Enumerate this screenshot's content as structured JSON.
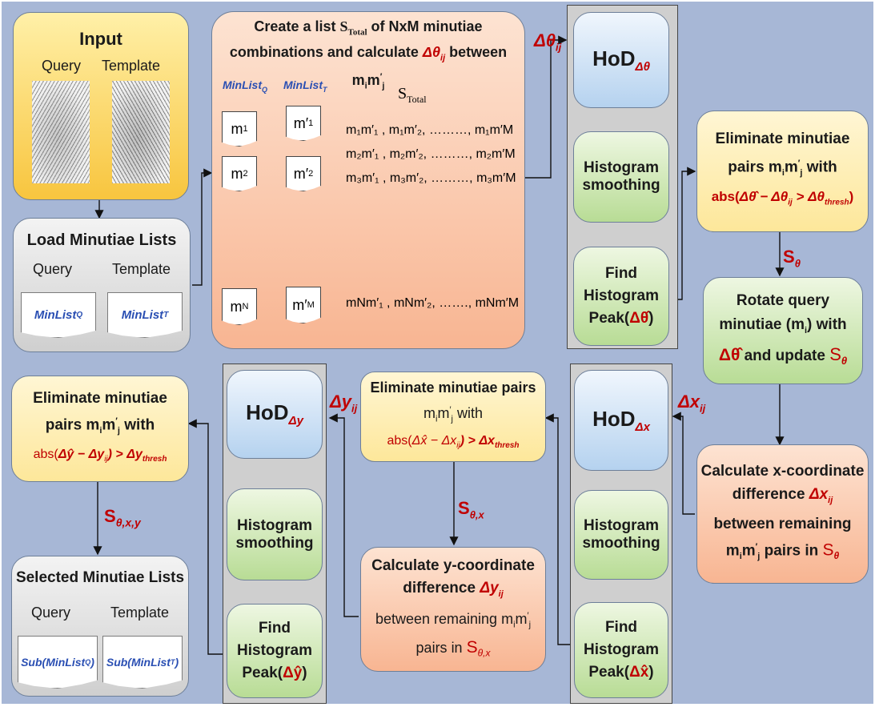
{
  "input": {
    "title": "Input",
    "query": "Query",
    "template": "Template"
  },
  "load": {
    "title": "Load Minutiae Lists",
    "query": "Query",
    "template": "Template",
    "minlist_q": "MinList",
    "minlist_q_sub": "Q",
    "minlist_t": "MinList",
    "minlist_t_sub": "T"
  },
  "create": {
    "title_1": "Create a list ",
    "title_s": "S",
    "title_s_sub": "Total",
    "title_2": " of NxM minutiae",
    "title_line2_a": "combinations and calculate ",
    "title_delta": "Δθ",
    "title_delta_sub": "ij",
    "title_line2_b": " between m",
    "col_q": "MinList",
    "col_q_sub": "Q",
    "col_t": "MinList",
    "col_t_sub": "T",
    "stotal": "S",
    "stotal_sub": "Total",
    "q_nodes": [
      "m1",
      "m2",
      "mN"
    ],
    "t_nodes": [
      "m'1",
      "m'2",
      "m'M"
    ],
    "rows": [
      "m₁m′₁ , m₁m′₂, ………, m₁m′M",
      "m₂m′₁ , m₂m′₂, ………, m₂m′M",
      "m₃m′₁ , m₃m′₂, ………, m₃m′M",
      "mNm′₁ , mNm′₂, ……., mNm′M"
    ]
  },
  "hod_theta": {
    "label": "HoD",
    "sub": "Δθ",
    "smoothing": "Histogram smoothing",
    "find_1": "Find",
    "find_2": "Histogram",
    "find_3": "Peak(",
    "find_peak": "Δθ̂",
    "find_4": ")"
  },
  "elim_theta": {
    "line1": "Eliminate minutiae",
    "line2": "pairs m",
    "line3_a": "abs(",
    "expr": "Δθ̂ − Δθ",
    "expr_sub": "ij",
    "gt": " > Δθ",
    "thresh": "thresh",
    "close": ")"
  },
  "rotate": {
    "line1": "Rotate query",
    "line2": "minutiae (m",
    "line2_b": ") with",
    "delta": "Δθ̂",
    "line3": " and update ",
    "s": "S",
    "s_sub": "θ"
  },
  "calc_x": {
    "line1": "Calculate x-coordinate",
    "line2": "difference ",
    "delta": "Δx",
    "delta_sub": "ij",
    "line3": "between remaining",
    "line4": " pairs in ",
    "s": "S",
    "s_sub": "θ"
  },
  "hod_x": {
    "label": "HoD",
    "sub": "Δx",
    "smoothing": "Histogram smoothing",
    "find_1": "Find",
    "find_2": "Histogram",
    "find_3": "Peak(",
    "find_peak": "Δx̂",
    "find_4": ")"
  },
  "elim_x": {
    "line1": "Eliminate minutiae pairs",
    "line2": " with",
    "abs": "abs(",
    "expr": "Δx̂ − Δx",
    "expr_sub": "ij",
    "gt": ") > Δx",
    "thresh": "thresh"
  },
  "calc_y": {
    "line1": "Calculate y-coordinate",
    "line2": "difference ",
    "delta": "Δy",
    "delta_sub": "ij",
    "line3": "between remaining m",
    "line4": "pairs in ",
    "s": "S",
    "s_sub": "θ,x"
  },
  "hod_y": {
    "label": "HoD",
    "sub": "Δy",
    "smoothing": "Histogram smoothing",
    "find_1": "Find",
    "find_2": "Histogram",
    "find_3": "Peak(",
    "find_peak": "Δŷ",
    "find_4": ")"
  },
  "elim_y": {
    "line1": "Eliminate minutiae",
    "line2": "pairs m",
    "line2_b": " with",
    "abs": "abs(",
    "expr": "Δŷ − Δy",
    "expr_sub": "ij",
    "gt": ") > Δy",
    "thresh": "thresh"
  },
  "selected": {
    "title": "Selected Minutiae Lists",
    "query": "Query",
    "template": "Template",
    "sub_q": "Sub(MinList",
    "sub_q_sub": "Q",
    "sub_q_end": ")",
    "sub_t": "Sub(MinList",
    "sub_t_sub": "T",
    "sub_t_end": ")"
  },
  "edges": {
    "dtheta": "Δθ",
    "dtheta_sub": "ij",
    "s_theta": "S",
    "s_theta_sub": "θ",
    "dx": "Δx",
    "dx_sub": "ij",
    "dy": "Δy",
    "dy_sub": "ij",
    "s_thx": "S",
    "s_thx_sub": "θ,x",
    "s_thxy": "S",
    "s_thxy_sub": "θ,x,y"
  },
  "colors": {
    "background": "#a7b7d6",
    "accent_red": "#c00000",
    "accent_blue": "#2a4fb3"
  }
}
